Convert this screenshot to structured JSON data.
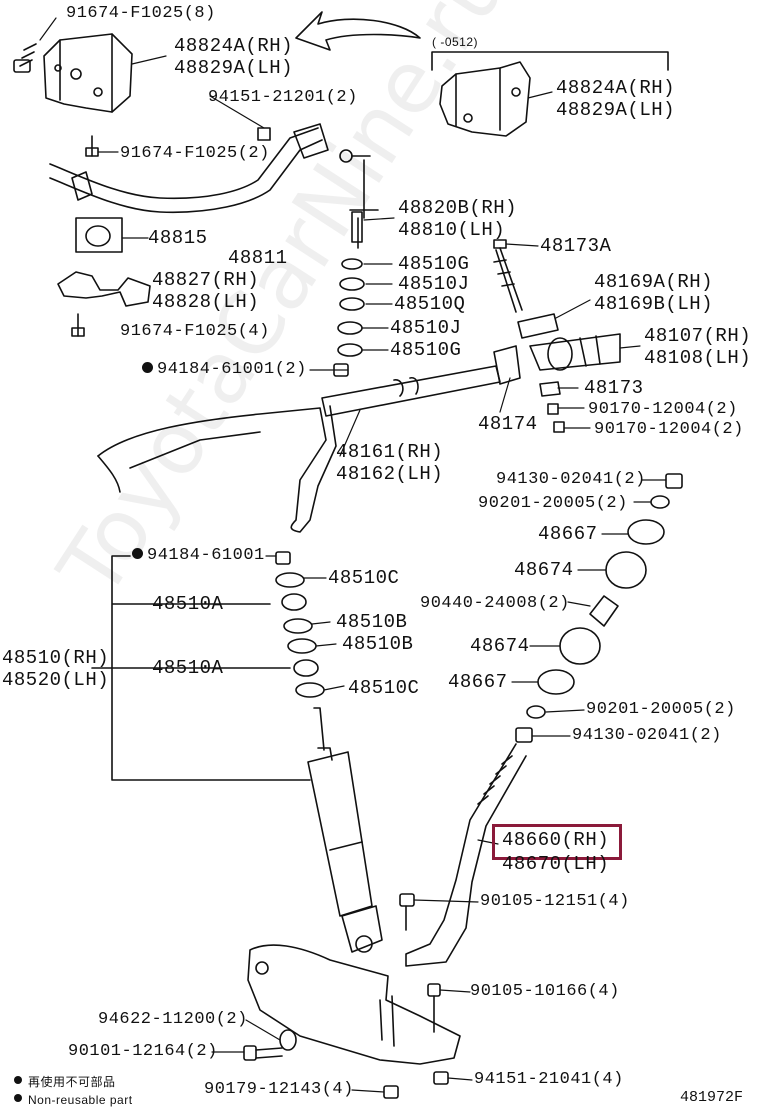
{
  "diagram": {
    "labels": {
      "l01": "91674-F1025(8)",
      "l02": "48824A(RH)",
      "l03": "48829A(LH)",
      "l04": "(      -0512)",
      "l05": "48824A(RH)",
      "l06": "48829A(LH)",
      "l07": "94151-21201(2)",
      "l08": "91674-F1025(2)",
      "l09": "48820B(RH)",
      "l10": "48810(LH)",
      "l11": "48815",
      "l12": "48811",
      "l13": "48173A",
      "l14": "48510G",
      "l15": "48510J",
      "l16": "48169A(RH)",
      "l17": "48169B(LH)",
      "l18": "48827(RH)",
      "l19": "48828(LH)",
      "l20": "48510Q",
      "l21": "91674-F1025(4)",
      "l22": "48510J",
      "l23": "48107(RH)",
      "l24": "48108(LH)",
      "l25": "48510G",
      "l26": "94184-61001(2)",
      "l27": "48173",
      "l28": "90170-12004(2)",
      "l29": "48174",
      "l30": "90170-12004(2)",
      "l31": "48161(RH)",
      "l32": "48162(LH)",
      "l33": "94130-02041(2)",
      "l34": "90201-20005(2)",
      "l35": "48667",
      "l36": "94184-61001",
      "l37": "48510C",
      "l38": "48674",
      "l39": "48510A",
      "l40": "90440-24008(2)",
      "l41": "48510B",
      "l42": "48510B",
      "l43": "48674",
      "l44": "48510(RH)",
      "l45": "48520(LH)",
      "l46": "48510A",
      "l47": "48667",
      "l48": "48510C",
      "l49": "90201-20005(2)",
      "l50": "94130-02041(2)",
      "l51": "48660(RH)",
      "l52": "48670(LH)",
      "l53": "90105-12151(4)",
      "l54": "90105-10166(4)",
      "l55": "94622-11200(2)",
      "l56": "90101-12164(2)",
      "l57": "94151-21041(4)",
      "l58": "90179-12143(4)"
    },
    "legend": {
      "line1": "再使用不可部品",
      "line2": "Non-reusable part"
    },
    "figure_id": "481972F",
    "watermark": "ToyotaCarNine.ru",
    "highlight_color": "#8b1a3a"
  }
}
